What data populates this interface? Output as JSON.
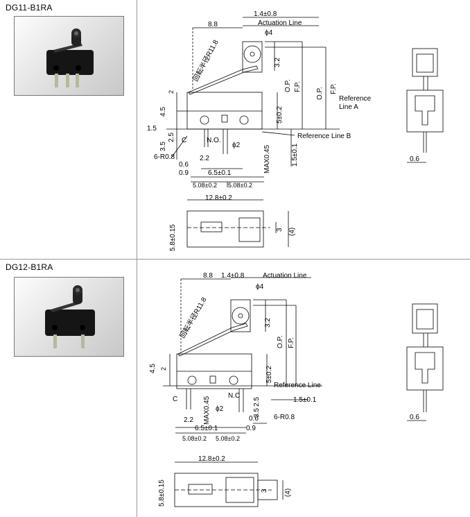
{
  "products": [
    {
      "model": "DG11-B1RA",
      "dims": {
        "d88": "8.8",
        "act": "1.4±0.8",
        "act_line": "Actuation Line",
        "phi4": "ϕ4",
        "arc": "回転半径R11.8",
        "d32": "3.2",
        "tol2": "2",
        "op": "O.P.",
        "fp": "F.P.",
        "op2": "O.P.",
        "fp2": "F.P.",
        "ref_a": "Reference",
        "ref_a2": "Line A",
        "ref_b": "Reference Line B",
        "d45": "4.5",
        "d15": "1.5",
        "d25": "2.5",
        "d35": "3.5",
        "d50": "5±0.2",
        "c": "C",
        "no": "N.O.",
        "phi2": "ϕ2",
        "r08": "6-R0.8",
        "d06": "0.6",
        "d09": "0.9",
        "d22": "2.2",
        "d65": "6.5±0.1",
        "d508a": "5.08±0.2",
        "d508b": "5.08±0.2",
        "max045": "MAX0.45",
        "d15b": "1.5±0.1",
        "side06": "0.6",
        "w128": "12.8±0.2",
        "h58": "5.8±0.15",
        "d3": "3",
        "d4": "(4)"
      }
    },
    {
      "model": "DG12-B1RA",
      "dims": {
        "d88": "8.8",
        "act": "1.4±0.8",
        "act_line": "Actuation Line",
        "phi4": "ϕ4",
        "arc": "回転半径R11.8",
        "d32": "3.2",
        "tol2": "2",
        "op": "O.P.",
        "fp": "F.P.",
        "ref": "Reference Line",
        "d45": "4.5",
        "d50": "5±0.2",
        "c": "C",
        "nc": "N.C",
        "phi2": "ϕ2",
        "max045": "MAX0.45",
        "d25": "2.5",
        "d35": "3.5",
        "d15": "1.5±0.1",
        "d22": "2.2",
        "d06": "0.6",
        "r08": "6-R0.8",
        "d09": "0.9",
        "d65": "6.5±0.1",
        "d508a": "5.08±0.2",
        "d508b": "5.08±0.2",
        "side06": "0.6",
        "w128": "12.8±0.2",
        "h58": "5.8±0.15",
        "d3": "3",
        "d4": "(4)"
      }
    }
  ],
  "colors": {
    "line": "#000000",
    "grid": "#999999"
  }
}
